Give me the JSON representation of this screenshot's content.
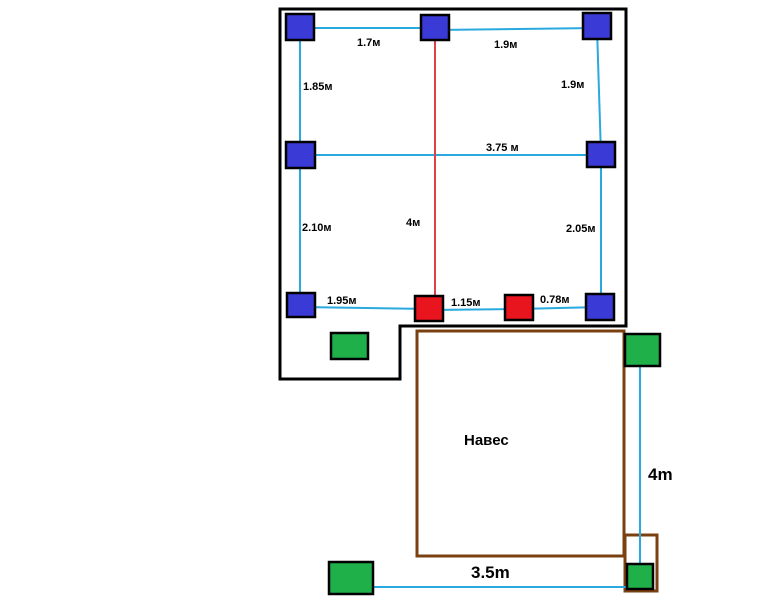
{
  "measurements": {
    "top_left": "1.7м",
    "top_right": "1.9м",
    "left_upper": "1.85м",
    "right_upper": "1.9м",
    "middle_span": "3.75 м",
    "left_lower": "2.10м",
    "center_vertical": "4м",
    "right_lower": "2.05м",
    "bottom_left": "1.95м",
    "bottom_middle": "1.15м",
    "bottom_right": "0.78м",
    "canopy_height": "4m",
    "canopy_width": "3.5m"
  },
  "canopy_label": "Навес",
  "colors": {
    "wall": "#000000",
    "beam": "#2aa9df",
    "center_beam": "#e0404a",
    "post_blue": "#3a3ad6",
    "post_red": "#e8141e",
    "post_green": "#20b04a",
    "canopy": "#7a4010",
    "background": "#ffffff"
  }
}
